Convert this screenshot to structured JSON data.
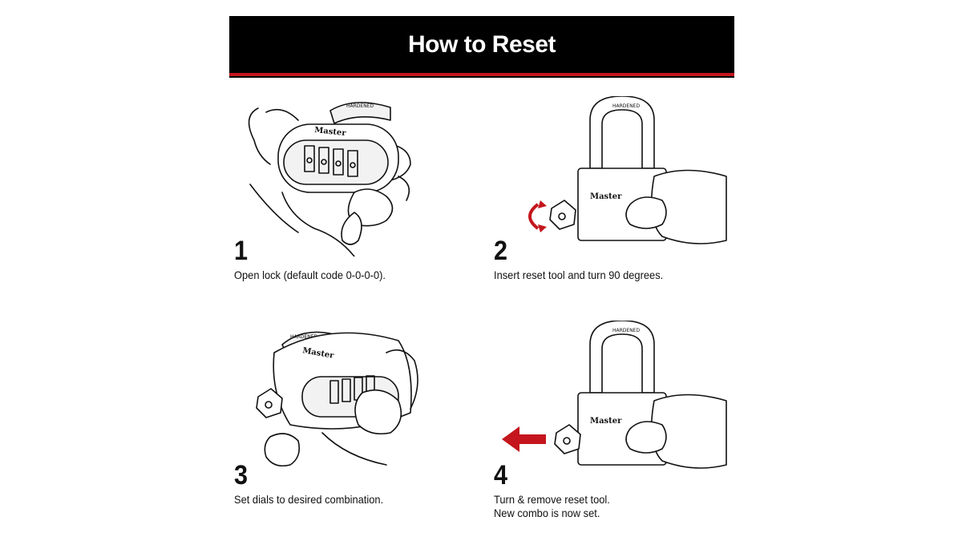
{
  "header": {
    "title": "How to Reset"
  },
  "colors": {
    "accent_red": "#c4161c",
    "header_bg": "#000000"
  },
  "steps": [
    {
      "number": "1",
      "lines": [
        "Open lock (default code 0-0-0-0)."
      ]
    },
    {
      "number": "2",
      "lines": [
        "Insert reset tool and turn 90 degrees."
      ]
    },
    {
      "number": "3",
      "lines": [
        "Set dials to desired combination."
      ]
    },
    {
      "number": "4",
      "lines": [
        "Turn & remove reset tool.",
        "New combo is now set."
      ]
    }
  ],
  "illustration_text": {
    "brand": "Master",
    "shackle_stamp": "HARDENED"
  },
  "icons": [
    "padlock-illustration",
    "hand-illustration",
    "reset-tool-icon",
    "rotate-arrows-icon",
    "left-arrow-icon"
  ]
}
